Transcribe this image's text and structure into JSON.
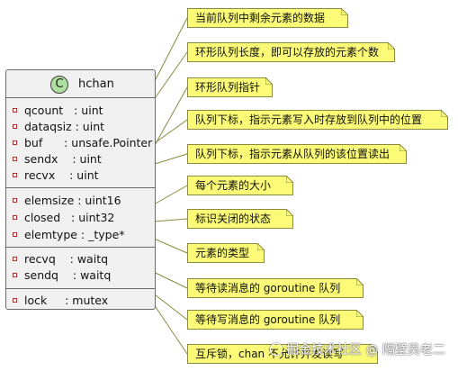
{
  "class": {
    "stereotype_letter": "C",
    "name": "hchan",
    "fields": [
      {
        "text": "qcount   : uint"
      },
      {
        "text": "dataqsiz : uint"
      },
      {
        "text": "buf      : unsafe.Pointer"
      },
      {
        "text": "sendx    : uint"
      },
      {
        "text": "recvx    : uint"
      },
      {
        "text": "elemsize : uint16"
      },
      {
        "text": "closed   : uint32"
      },
      {
        "text": "elemtype : _type*"
      },
      {
        "text": "recvq    : waitq"
      },
      {
        "text": "sendq    : waitq"
      },
      {
        "text": "lock     : mutex"
      }
    ]
  },
  "notes": [
    {
      "text": "当前队列中剩余元素的数据"
    },
    {
      "text": "环形队列长度，即可以存放的元素个数"
    },
    {
      "text": "环形队列指针"
    },
    {
      "text": "队列下标，指示元素写入时存放到队列中的位置"
    },
    {
      "text": "队列下标，指示元素从队列的该位置读出"
    },
    {
      "text": "每个元素的大小"
    },
    {
      "text": "标识关闭的状态"
    },
    {
      "text": "元素的类型"
    },
    {
      "text": "等待读消息的 goroutine 队列"
    },
    {
      "text": "等待写消息的 goroutine 队列"
    },
    {
      "text": "互斥锁，chan 不允许并发读写"
    }
  ],
  "colors": {
    "class_bg": "#f1f1f1",
    "class_icon": "#aee0a0",
    "note_bg": "#fbfb77",
    "field_marker": "#b03030"
  },
  "watermark": {
    "text": "掘金技术社区 @ 隔壁吴老二"
  }
}
